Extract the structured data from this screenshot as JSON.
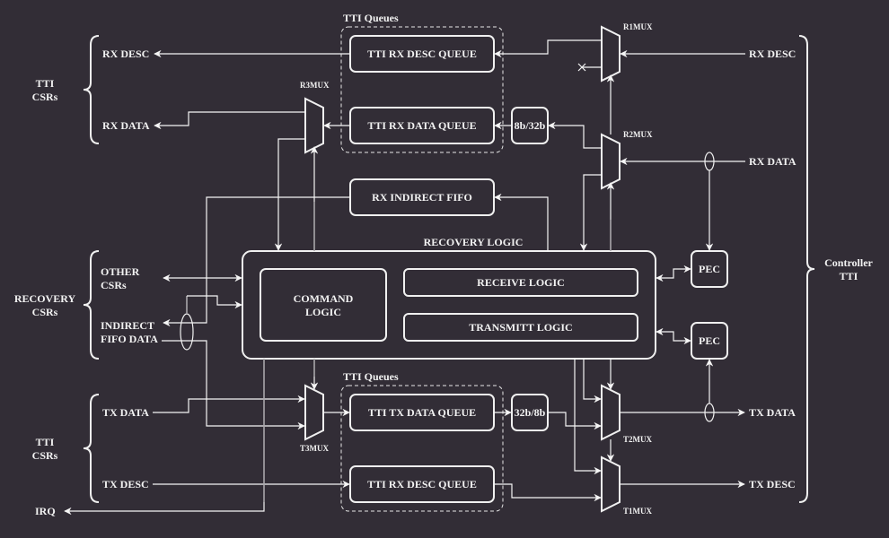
{
  "left_groups": {
    "tti_top": {
      "line1": "TTI",
      "line2": "CSRs",
      "items": [
        "RX DESC",
        "RX DATA"
      ]
    },
    "recovery": {
      "line1": "RECOVERY",
      "line2": "CSRs",
      "other_line1": "OTHER",
      "other_line2": "CSRs",
      "fifo_line1": "INDIRECT",
      "fifo_line2": "FIFO DATA"
    },
    "tti_bottom": {
      "line1": "TTI",
      "line2": "CSRs",
      "items": [
        "TX DATA",
        "TX DESC"
      ]
    },
    "irq": "IRQ"
  },
  "right_group": {
    "line1": "Controller",
    "line2": "TTI",
    "items": [
      "RX DESC",
      "RX DATA",
      "TX DATA",
      "TX DESC"
    ]
  },
  "rx_queues": {
    "title": "TTI Queues",
    "desc_queue": "TTI RX DESC QUEUE",
    "data_queue": "TTI RX DATA QUEUE",
    "converter": "8b/32b"
  },
  "tx_queues": {
    "title": "TTI Queues",
    "data_queue": "TTI TX DATA QUEUE",
    "desc_queue": "TTI RX DESC QUEUE",
    "converter": "32b/8b"
  },
  "rx_indirect_fifo": "RX INDIRECT FIFO",
  "recovery_logic": {
    "title": "RECOVERY LOGIC",
    "command_line1": "COMMAND",
    "command_line2": "LOGIC",
    "receive": "RECEIVE LOGIC",
    "transmit": "TRANSMITT LOGIC"
  },
  "pec": [
    "PEC",
    "PEC"
  ],
  "muxes": {
    "r1": "R1MUX",
    "r2": "R2MUX",
    "r3": "R3MUX",
    "t1": "T1MUX",
    "t2": "T2MUX",
    "t3": "T3MUX"
  }
}
